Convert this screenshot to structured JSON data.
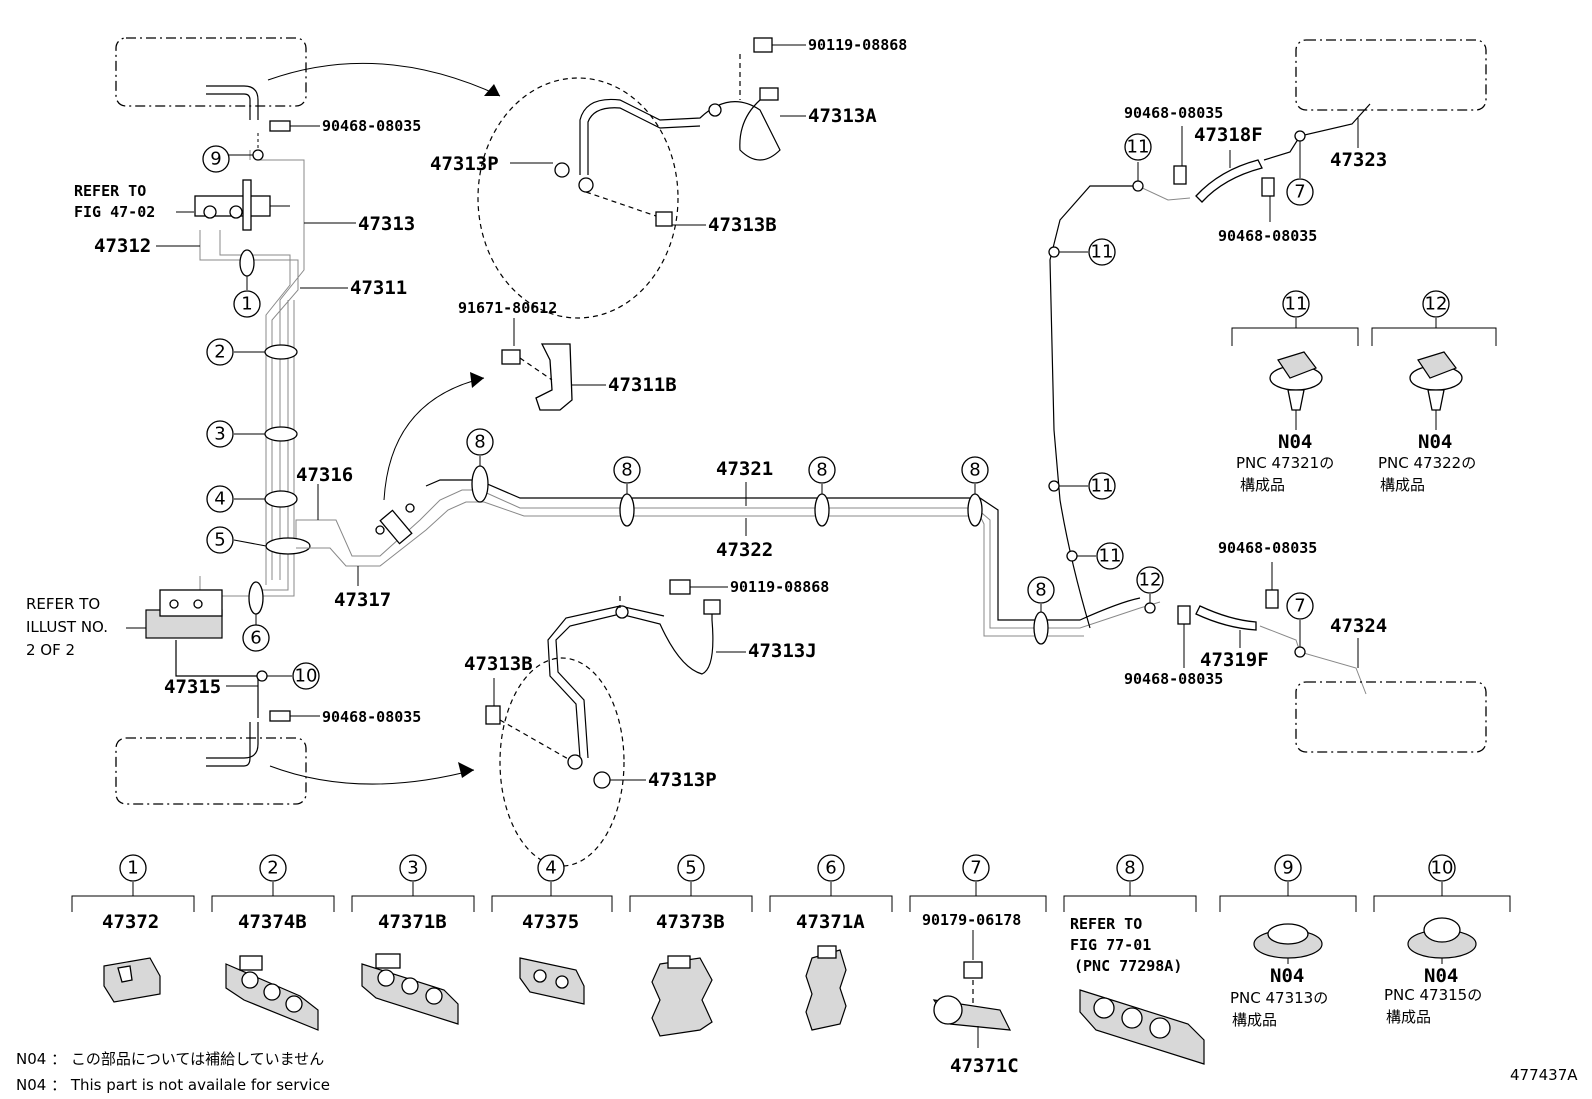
{
  "diagram_id": "477437A",
  "notes": [
    "N04 ： この部品については補給していません",
    "N04 ：  This part is not availale for service"
  ],
  "refer_fig_47_02": [
    "REFER TO",
    "FIG 47-02"
  ],
  "refer_illust": [
    "REFER TO",
    "ILLUST NO.",
    "2 OF 2"
  ],
  "part_labels": {
    "p90119_08868_top": "90119-08868",
    "p47313A": "47313A",
    "p47313P_top": "47313P",
    "p47313B_top": "47313B",
    "p90468_top_left": "90468-08035",
    "p47313": "47313",
    "p47312": "47312",
    "p47311": "47311",
    "p91671_80612": "91671-80612",
    "p47311B": "47311B",
    "p47316": "47316",
    "p47317": "47317",
    "p47321": "47321",
    "p47322": "47322",
    "p90119_08868_mid": "90119-08868",
    "p47313J": "47313J",
    "p47313B_bot": "47313B",
    "p47313P_bot": "47313P",
    "p47315": "47315",
    "p90468_bot_left": "90468-08035",
    "p90468_tr1": "90468-08035",
    "p47318F": "47318F",
    "p47323": "47323",
    "p90468_tr2": "90468-08035",
    "p90468_br1": "90468-08035",
    "p47324": "47324",
    "p47319F": "47319F",
    "p90468_br2": "90468-08035"
  },
  "callout_numbers": [
    "1",
    "2",
    "3",
    "4",
    "5",
    "6",
    "7",
    "8",
    "9",
    "10",
    "11",
    "12"
  ],
  "detail_11": {
    "num": "11",
    "code": "N04",
    "pnc": "PNC 47321の",
    "sub": "構成品"
  },
  "detail_12": {
    "num": "12",
    "code": "N04",
    "pnc": "PNC 47322の",
    "sub": "構成品"
  },
  "legend": [
    {
      "num": "1",
      "part": "47372"
    },
    {
      "num": "2",
      "part": "47374B"
    },
    {
      "num": "3",
      "part": "47371B"
    },
    {
      "num": "4",
      "part": "47375"
    },
    {
      "num": "5",
      "part": "47373B"
    },
    {
      "num": "6",
      "part": "47371A"
    },
    {
      "num": "7",
      "part": "90179-06178",
      "extra": "47371C"
    },
    {
      "num": "8",
      "ref": [
        "REFER TO",
        "FIG 77-01",
        "(PNC 77298A)"
      ]
    },
    {
      "num": "9",
      "code": "N04",
      "pnc": "PNC 47313の",
      "sub": "構成品"
    },
    {
      "num": "10",
      "code": "N04",
      "pnc": "PNC 47315の",
      "sub": "構成品"
    }
  ]
}
